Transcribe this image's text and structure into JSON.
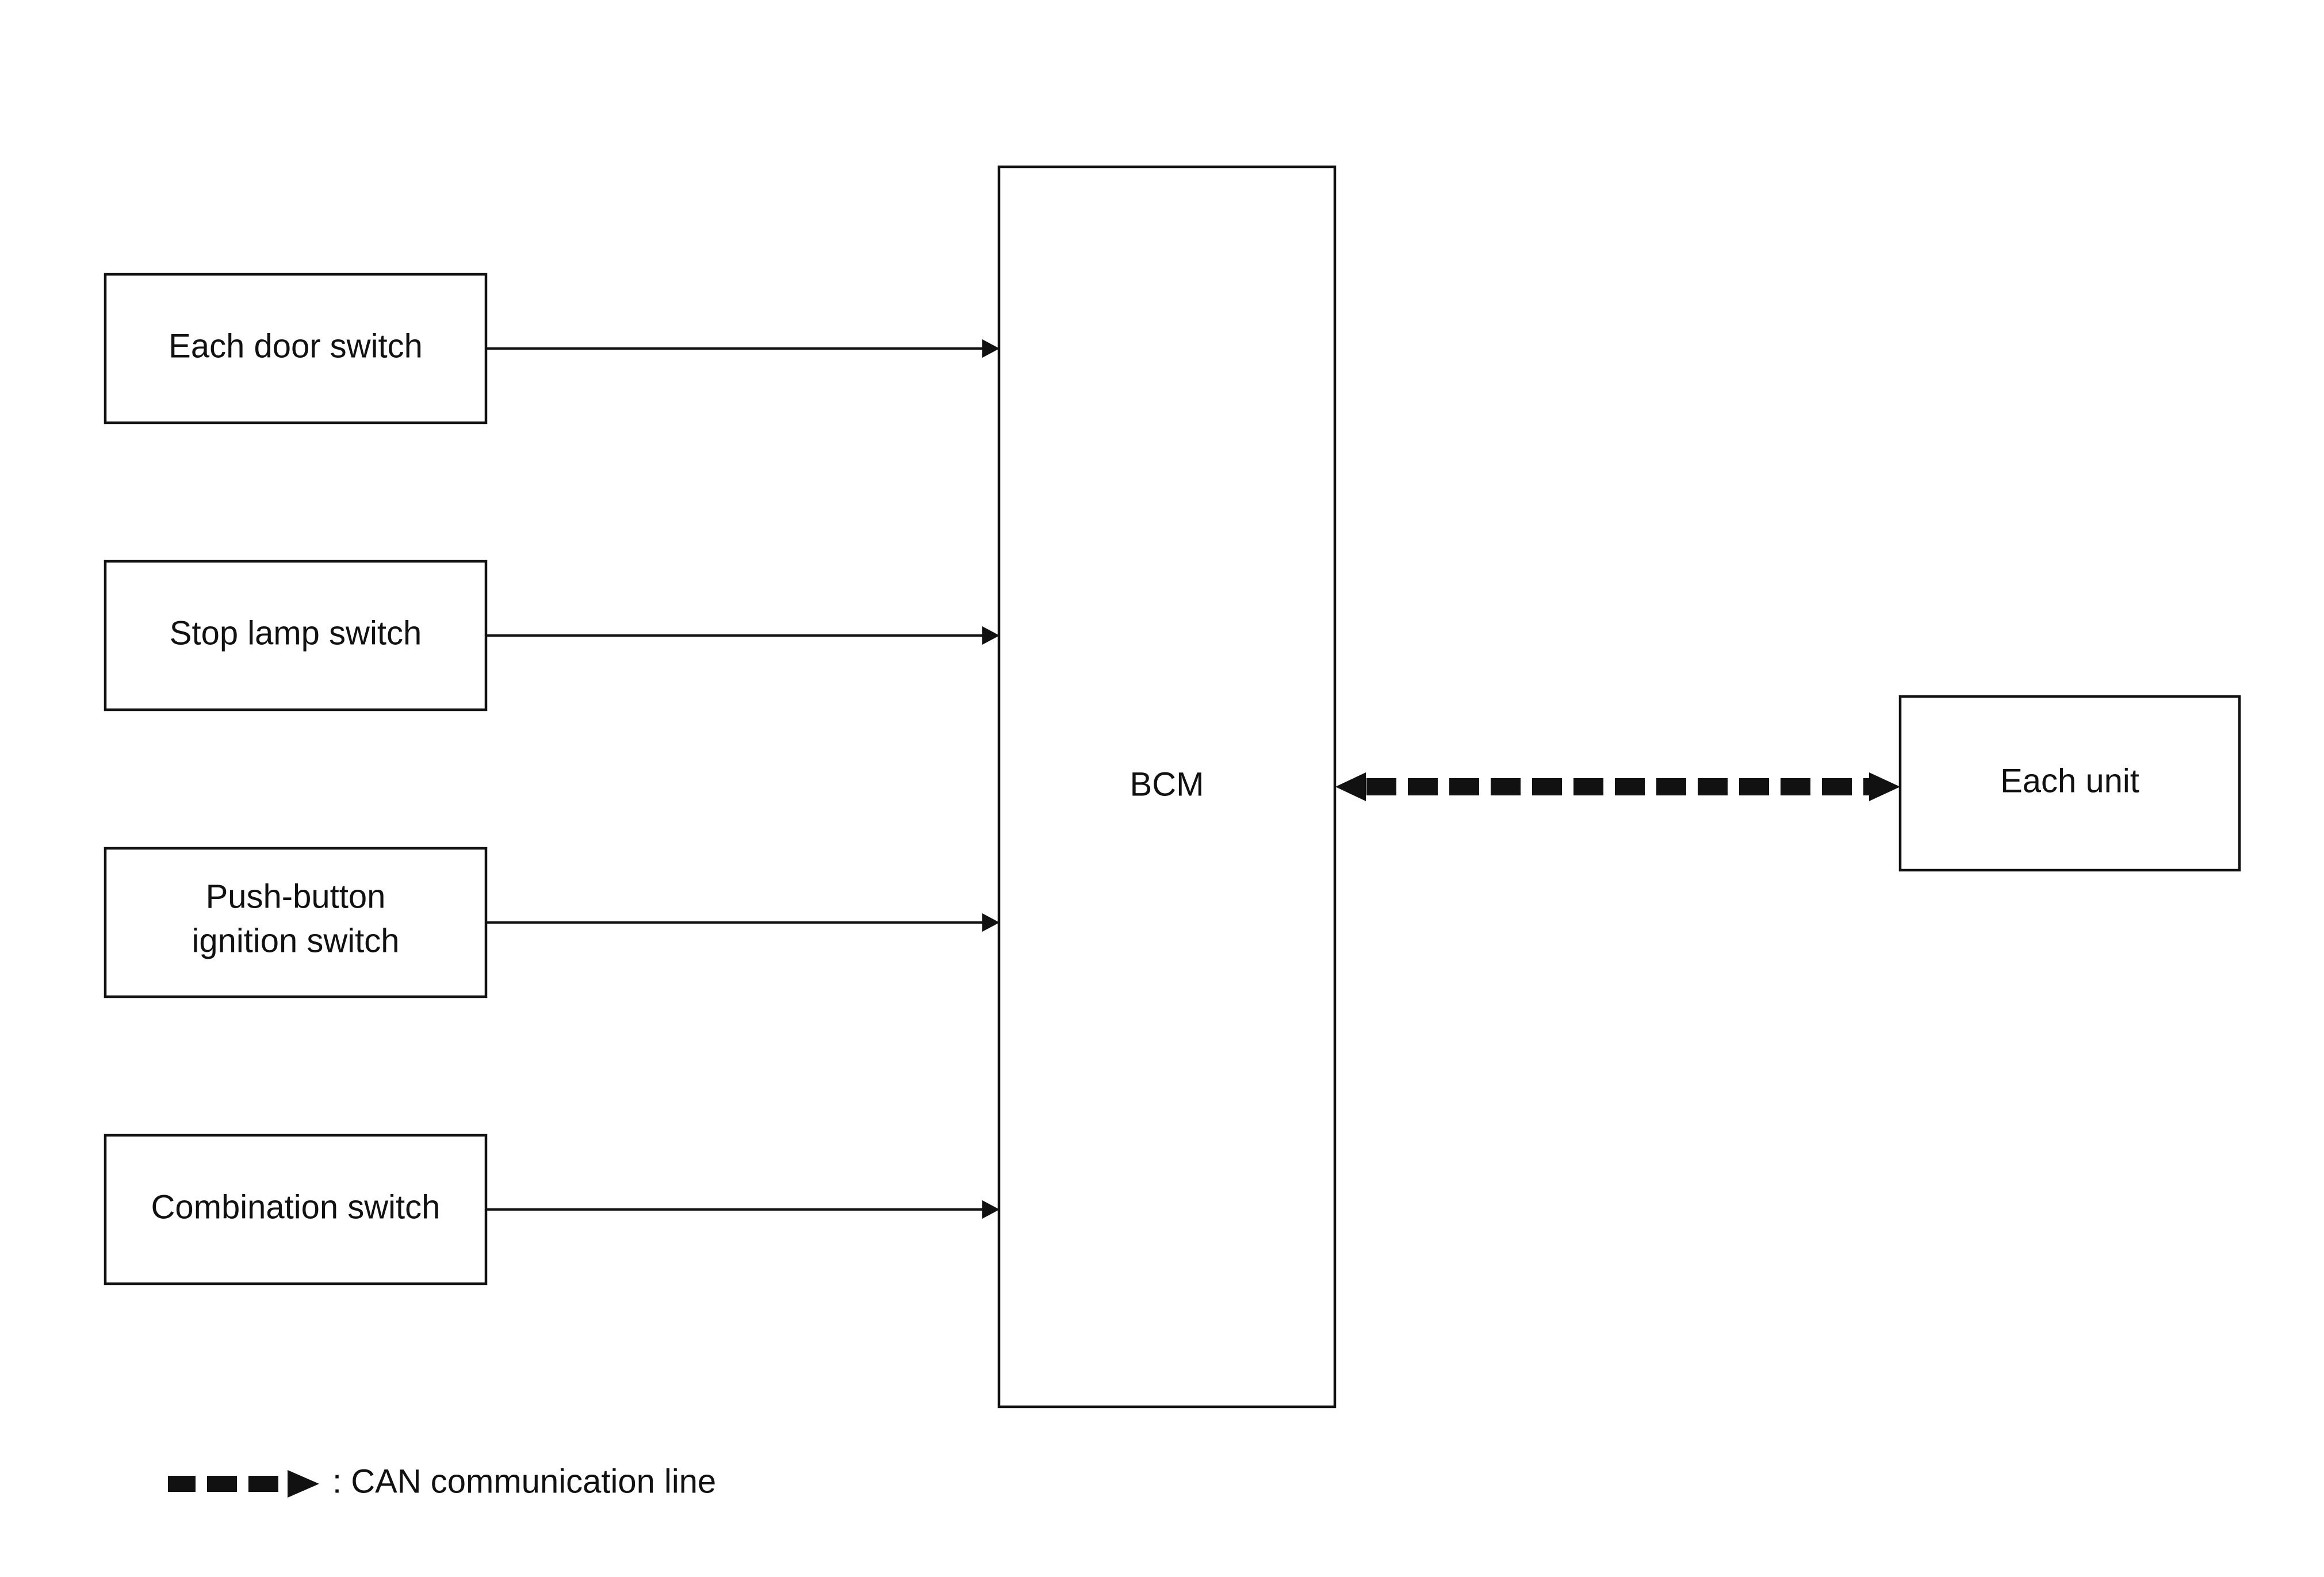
{
  "inputs": [
    {
      "label": "Each door switch"
    },
    {
      "label": "Stop lamp switch"
    },
    {
      "label_line1": "Push-button",
      "label_line2": "ignition switch"
    },
    {
      "label": "Combination switch"
    }
  ],
  "bcm": {
    "label": "BCM"
  },
  "unit": {
    "label": "Each unit"
  },
  "legend": {
    "label": ": CAN communication line"
  },
  "colors": {
    "line": "#111111",
    "background": "#ffffff"
  }
}
